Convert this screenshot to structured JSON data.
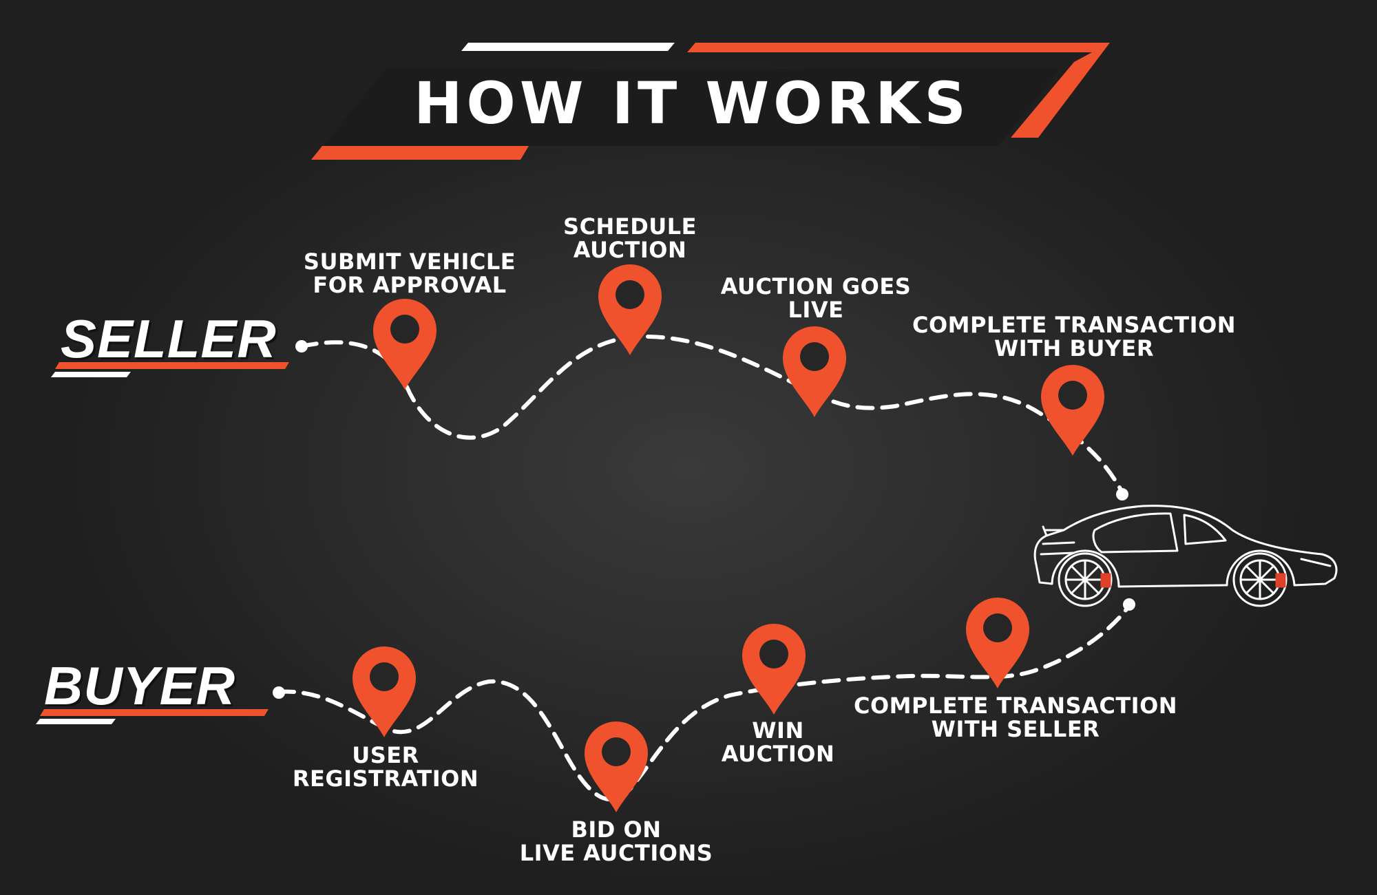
{
  "title": "HOW IT WORKS",
  "roles": {
    "seller": "SELLER",
    "buyer": "BUYER"
  },
  "seller_steps": [
    {
      "line1": "SUBMIT VEHICLE",
      "line2": "FOR APPROVAL"
    },
    {
      "line1": "SCHEDULE",
      "line2": "AUCTION"
    },
    {
      "line1": "AUCTION GOES",
      "line2": "LIVE"
    },
    {
      "line1": "COMPLETE TRANSACTION",
      "line2": "WITH BUYER"
    }
  ],
  "buyer_steps": [
    {
      "line1": "USER",
      "line2": "REGISTRATION"
    },
    {
      "line1": "BID ON",
      "line2": "LIVE AUCTIONS"
    },
    {
      "line1": "WIN",
      "line2": "AUCTION"
    },
    {
      "line1": "COMPLETE TRANSACTION",
      "line2": "WITH SELLER"
    }
  ],
  "colors": {
    "accent": "#f0522d",
    "text": "#ffffff",
    "background": "#2b2b2b",
    "path": "#ffffff"
  },
  "icons": {
    "pin": "map-pin-icon",
    "car": "sports-car-icon"
  }
}
